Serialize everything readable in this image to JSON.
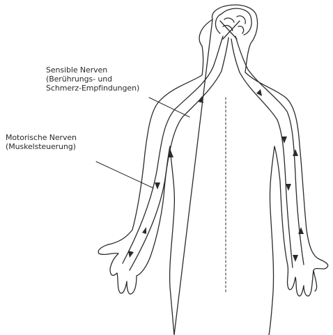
{
  "labels": {
    "sensory": {
      "line1": "Sensible Nerven",
      "line2": "(Berührungs- und",
      "line3": "Schmerz-Empfindungen)"
    },
    "motor": {
      "line1": "Motorische Nerven",
      "line2": "(Muskelsteuerung)"
    }
  },
  "colors": {
    "ink": "#2a2a2a",
    "background": "#ffffff"
  }
}
